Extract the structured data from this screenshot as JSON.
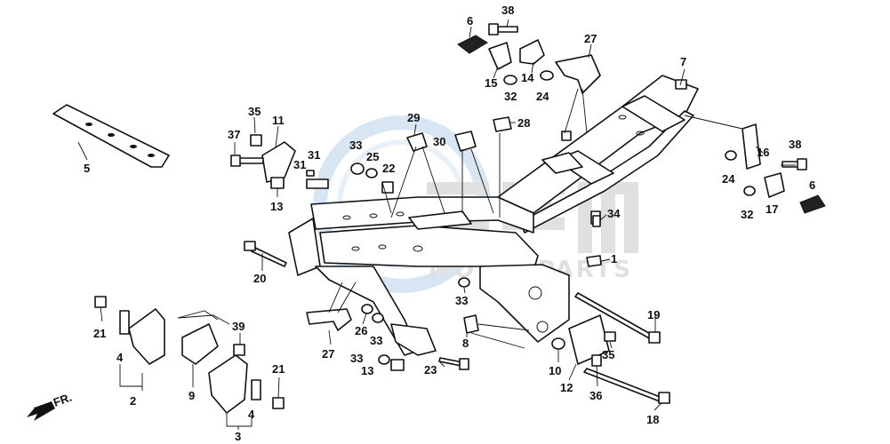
{
  "colors": {
    "ink": "#111111",
    "background": "#ffffff",
    "watermark_blue": "#b9d3ea",
    "watermark_gray": "#c8c8c8"
  },
  "watermark": {
    "text": "MOTORPARTS"
  },
  "direction_arrow": {
    "label": "FR.",
    "icon": "arrow-down-left-icon"
  },
  "callouts": [
    {
      "id": "c38a",
      "text": "38"
    },
    {
      "id": "c6a",
      "text": "6"
    },
    {
      "id": "c27a",
      "text": "27"
    },
    {
      "id": "c7",
      "text": "7"
    },
    {
      "id": "c15",
      "text": "15"
    },
    {
      "id": "c14",
      "text": "14"
    },
    {
      "id": "c32a",
      "text": "32"
    },
    {
      "id": "c24a",
      "text": "24"
    },
    {
      "id": "c5",
      "text": "5"
    },
    {
      "id": "c35a",
      "text": "35"
    },
    {
      "id": "c11",
      "text": "11"
    },
    {
      "id": "c37",
      "text": "37"
    },
    {
      "id": "c29",
      "text": "29"
    },
    {
      "id": "c30",
      "text": "30"
    },
    {
      "id": "c28",
      "text": "28"
    },
    {
      "id": "c33a",
      "text": "33"
    },
    {
      "id": "c25",
      "text": "25"
    },
    {
      "id": "c22",
      "text": "22"
    },
    {
      "id": "c31a",
      "text": "31"
    },
    {
      "id": "c31b",
      "text": "31"
    },
    {
      "id": "c13a",
      "text": "13"
    },
    {
      "id": "c16",
      "text": "16"
    },
    {
      "id": "c38b",
      "text": "38"
    },
    {
      "id": "c24b",
      "text": "24"
    },
    {
      "id": "c6b",
      "text": "6"
    },
    {
      "id": "c32b",
      "text": "32"
    },
    {
      "id": "c17",
      "text": "17"
    },
    {
      "id": "c34",
      "text": "34"
    },
    {
      "id": "c1",
      "text": "1"
    },
    {
      "id": "c20",
      "text": "20"
    },
    {
      "id": "c33b",
      "text": "33"
    },
    {
      "id": "c19",
      "text": "19"
    },
    {
      "id": "c21a",
      "text": "21"
    },
    {
      "id": "c4a",
      "text": "4"
    },
    {
      "id": "c2",
      "text": "2"
    },
    {
      "id": "c39",
      "text": "39"
    },
    {
      "id": "c9",
      "text": "9"
    },
    {
      "id": "c26",
      "text": "26"
    },
    {
      "id": "c33c",
      "text": "33"
    },
    {
      "id": "c27b",
      "text": "27"
    },
    {
      "id": "c8",
      "text": "8"
    },
    {
      "id": "c35b",
      "text": "35"
    },
    {
      "id": "c10",
      "text": "10"
    },
    {
      "id": "c12",
      "text": "12"
    },
    {
      "id": "c36",
      "text": "36"
    },
    {
      "id": "c33d",
      "text": "33"
    },
    {
      "id": "c13b",
      "text": "13"
    },
    {
      "id": "c23",
      "text": "23"
    },
    {
      "id": "c21b",
      "text": "21"
    },
    {
      "id": "c4b",
      "text": "4"
    },
    {
      "id": "c3",
      "text": "3"
    },
    {
      "id": "c18",
      "text": "18"
    }
  ]
}
